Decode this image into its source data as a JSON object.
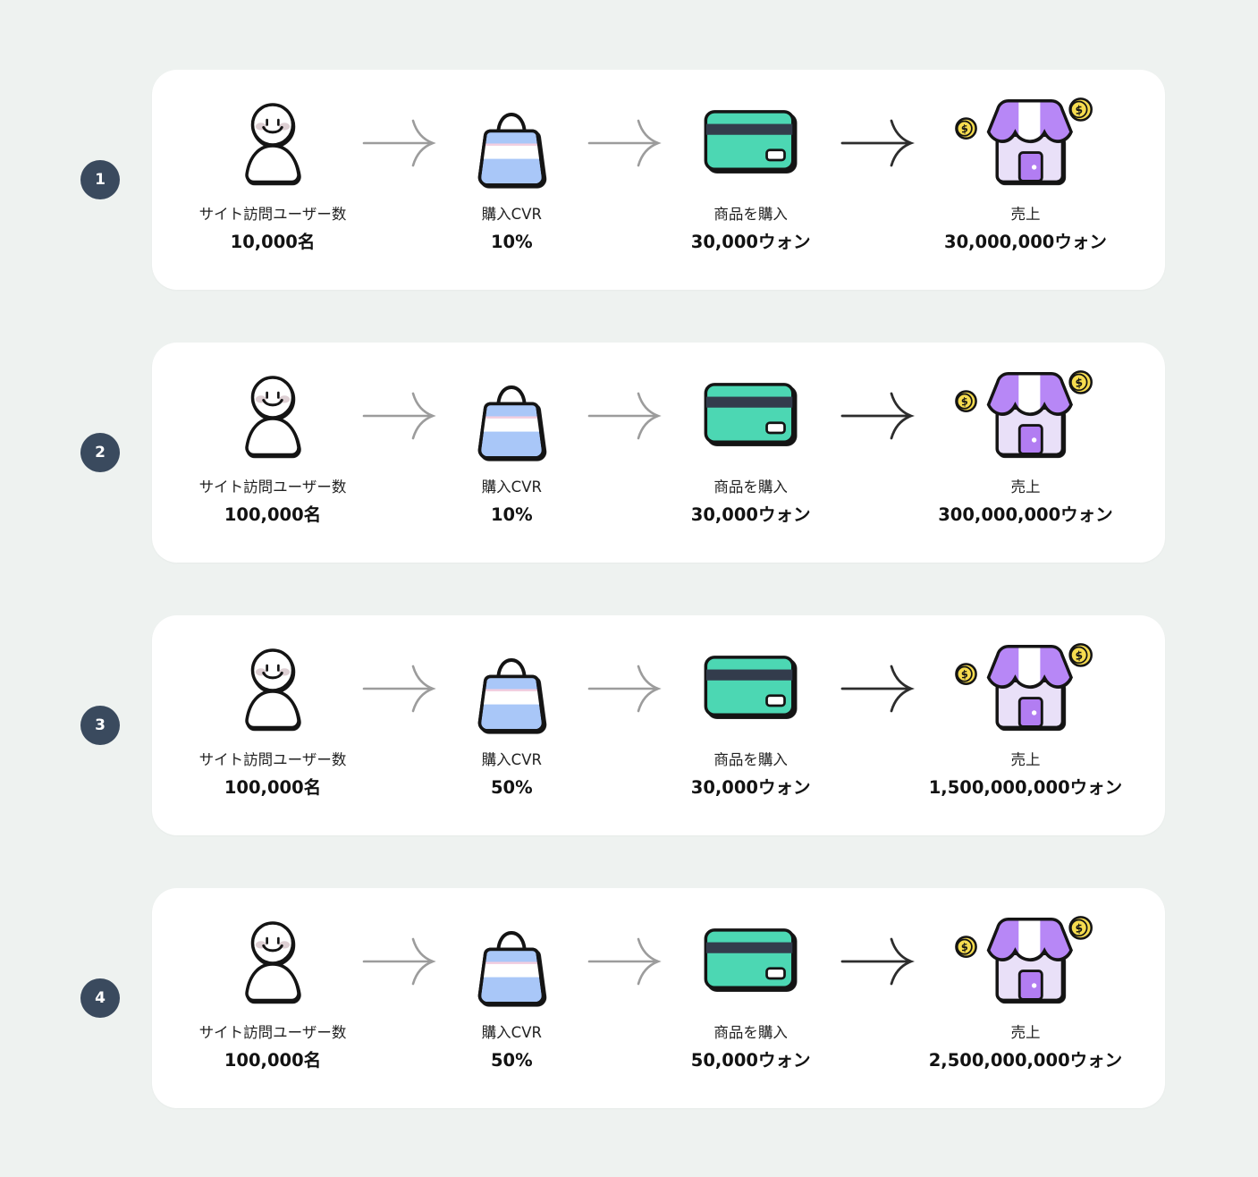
{
  "diagram": {
    "description_labels": {
      "step1": "サイト訪問ユーザー数",
      "step2": "購入CVR",
      "step3": "商品を購入",
      "step4": "売上"
    },
    "coin_symbol": "$"
  },
  "rows": [
    {
      "badge": "1",
      "steps": [
        {
          "label": "サイト訪問ユーザー数",
          "value": "10,000名"
        },
        {
          "label": "購入CVR",
          "value": "10%"
        },
        {
          "label": "商品を購入",
          "value": "30,000ウォン"
        },
        {
          "label": "売上",
          "value": "30,000,000ウォン"
        }
      ]
    },
    {
      "badge": "2",
      "steps": [
        {
          "label": "サイト訪問ユーザー数",
          "value": "100,000名"
        },
        {
          "label": "購入CVR",
          "value": "10%"
        },
        {
          "label": "商品を購入",
          "value": "30,000ウォン"
        },
        {
          "label": "売上",
          "value": "300,000,000ウォン"
        }
      ]
    },
    {
      "badge": "3",
      "steps": [
        {
          "label": "サイト訪問ユーザー数",
          "value": "100,000名"
        },
        {
          "label": "購入CVR",
          "value": "50%"
        },
        {
          "label": "商品を購入",
          "value": "30,000ウォン"
        },
        {
          "label": "売上",
          "value": "1,500,000,000ウォン"
        }
      ]
    },
    {
      "badge": "4",
      "steps": [
        {
          "label": "サイト訪問ユーザー数",
          "value": "100,000名"
        },
        {
          "label": "購入CVR",
          "value": "50%"
        },
        {
          "label": "商品を購入",
          "value": "50,000ウォン"
        },
        {
          "label": "売上",
          "value": "2,500,000,000ウォン"
        }
      ]
    }
  ],
  "icons": {
    "step1": "user-icon",
    "step2": "shopping-bag-icon",
    "step3": "credit-card-icon",
    "step4": "storefront-with-coins-icon",
    "connector_light": "arrow-right-icon",
    "connector_dark": "arrow-right-icon",
    "coin": "dollar-coin-icon"
  },
  "colors": {
    "bg": "#eef2f0",
    "card_bg": "#ffffff",
    "badge": "#3a4a5e",
    "arrow_gray": "#9c9c9c",
    "arrow_dark": "#2d2d2d",
    "bag": "#a9c7f8",
    "bag_pink": "#f4cede",
    "cc": "#4cd7b3",
    "cc_stripe": "#333c4c",
    "store_awning": "#b787f6",
    "store_body": "#e9e0f8",
    "store_door": "#b27df2",
    "coin": "#f6dc4f",
    "ink": "#141414"
  }
}
